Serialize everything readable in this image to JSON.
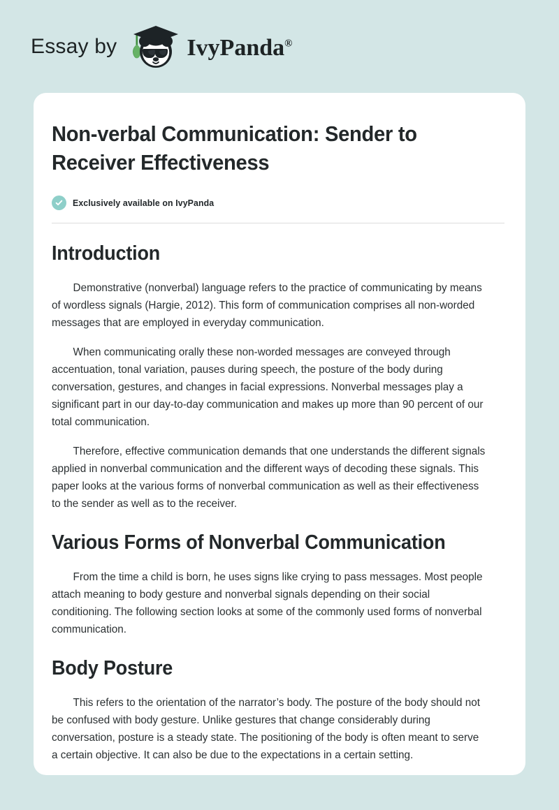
{
  "page": {
    "background_color": "#d3e6e6",
    "card_background": "#ffffff",
    "accent_color": "#8ecfc9",
    "text_color": "#2b3032"
  },
  "header": {
    "essay_by": "Essay by",
    "brand_name": "IvyPanda",
    "registered_mark": "®",
    "logo_icon": "panda-graduate-icon"
  },
  "document": {
    "title": "Non-verbal Communication: Sender to Receiver Effectiveness",
    "exclusive_badge": {
      "icon": "check-circle-icon",
      "label": "Exclusively available on IvyPanda"
    },
    "sections": [
      {
        "heading": "Introduction",
        "paragraphs": [
          "Demonstrative (nonverbal) language refers to the practice of communicating by means of wordless signals (Hargie, 2012). This form of communication comprises all non-worded messages that are employed in everyday communication.",
          "When communicating orally these non-worded messages are conveyed through accentuation, tonal variation, pauses during speech, the posture of the body during conversation, gestures, and changes in facial expressions. Nonverbal messages play a significant part in our day-to-day communication and makes up more than 90 percent of our total communication.",
          "Therefore, effective communication demands that one understands the different signals applied in nonverbal communication and the different ways of decoding these signals. This paper looks at the various forms of nonverbal communication as well as their effectiveness to the sender as well as to the receiver."
        ]
      },
      {
        "heading": "Various Forms of Nonverbal Communication",
        "paragraphs": [
          "From the time a child is born, he uses signs like crying to pass messages. Most people attach meaning to body gesture and nonverbal signals depending on their social conditioning. The following section looks at some of the commonly used forms of nonverbal communication."
        ]
      },
      {
        "heading": "Body Posture",
        "paragraphs": [
          "This refers to the orientation of the narrator’s body. The posture of the body should not be confused with body gesture. Unlike gestures that change considerably during conversation, posture is a steady state. The positioning of the body is often meant to serve a certain objective. It can also be due to the expectations in a certain setting."
        ]
      }
    ]
  }
}
